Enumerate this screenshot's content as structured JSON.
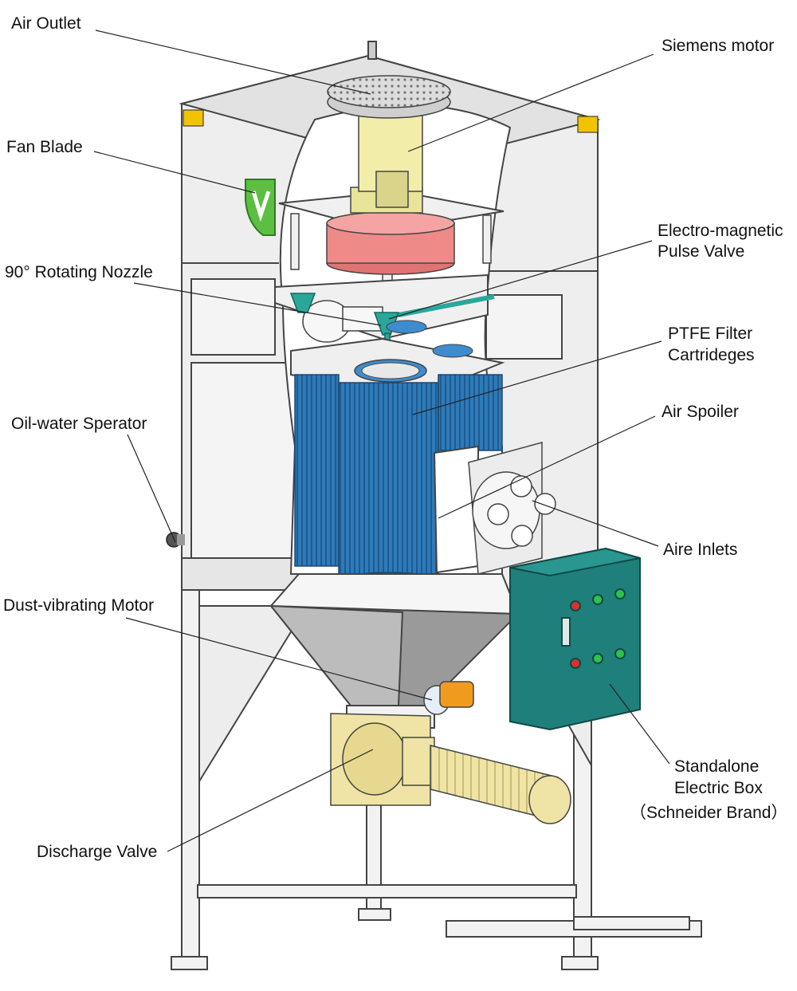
{
  "labels": {
    "air_outlet": "Air Outlet",
    "fan_blade": "Fan Blade",
    "rotating_nozzle": "90° Rotating Nozzle",
    "oil_water": "Oil-water Sperator",
    "dust_motor": "Dust-vibrating Motor",
    "discharge_valve": "Discharge Valve",
    "siemens_motor": "Siemens motor",
    "pulse_valve_1": "Electro-magnetic",
    "pulse_valve_2": "Pulse Valve",
    "ptfe_1": "PTFE Filter",
    "ptfe_2": "Cartrideges",
    "air_spoiler": "Air Spoiler",
    "aire_inlets": "Aire Inlets",
    "electric_box_1": "Standalone",
    "electric_box_2": "Electric Box",
    "electric_box_3": "（Schneider Brand）"
  },
  "colors": {
    "frame": "#eeeeee",
    "frame_stroke": "#444444",
    "motor_yellow": "#f2eeaa",
    "fan_red": "#ee8a88",
    "filter_blue": "#2f7ab8",
    "nozzle_teal": "#2aa79a",
    "box_teal": "#1f7f7a",
    "vib_orange": "#f09a1e",
    "valve_yellow": "#efe4a6"
  }
}
